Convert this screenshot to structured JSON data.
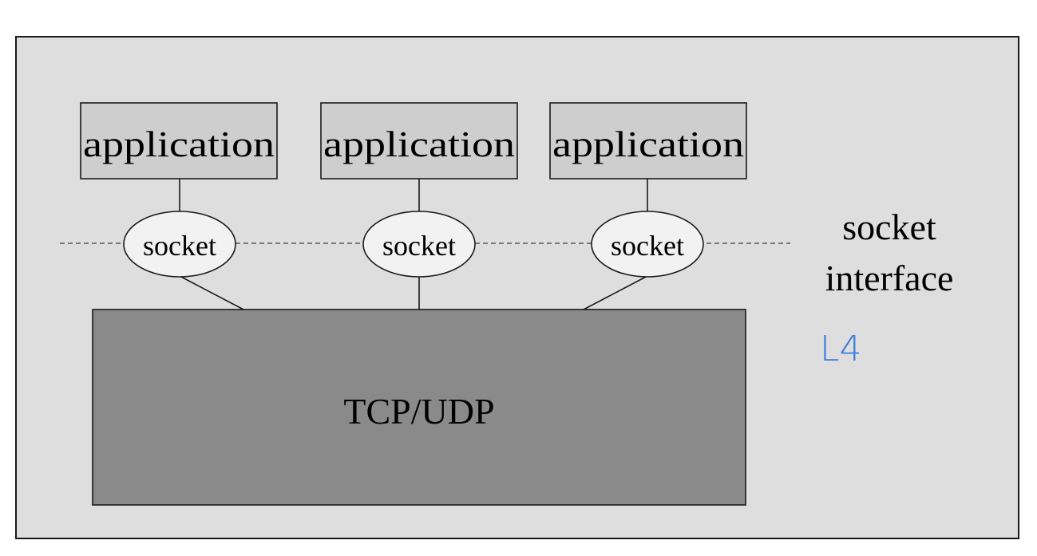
{
  "diagram": {
    "applications": [
      {
        "label": "application"
      },
      {
        "label": "application"
      },
      {
        "label": "application"
      }
    ],
    "sockets": [
      {
        "label": "socket"
      },
      {
        "label": "socket"
      },
      {
        "label": "socket"
      }
    ],
    "transport": {
      "label": "TCP/UDP"
    },
    "interface_label": {
      "line1": "socket",
      "line2": "interface"
    },
    "annotation": "L4"
  },
  "colors": {
    "background": "#dedede",
    "application_box": "#cecece",
    "socket_fill": "#f2f2f2",
    "transport_box": "#8a8a8a",
    "annotation_ink": "#3a7be0"
  }
}
